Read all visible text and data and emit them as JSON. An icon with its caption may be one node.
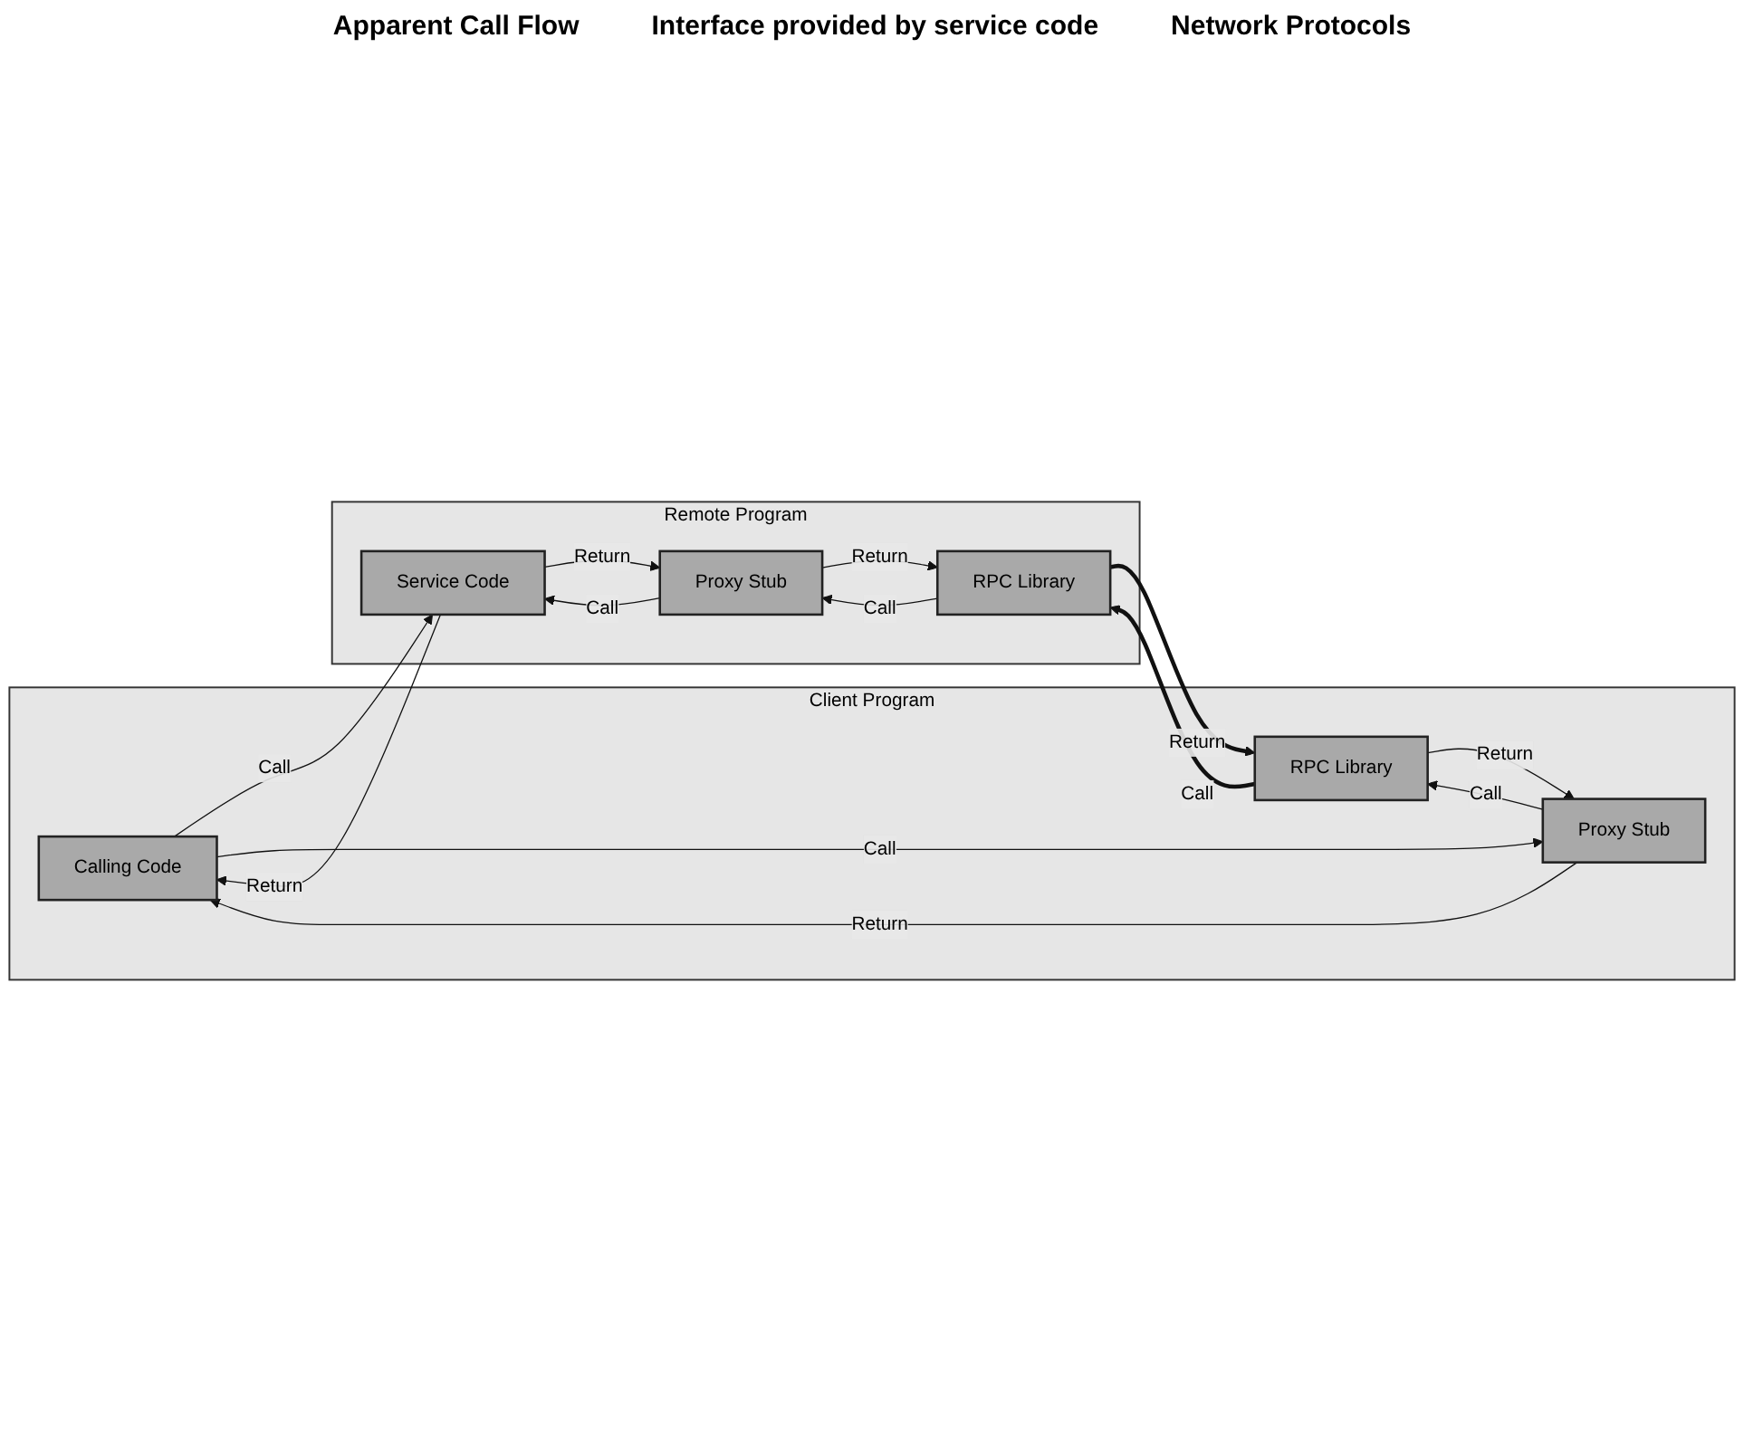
{
  "diagram": {
    "nodes": [
      {
        "text": [
          "Client Program"
        ]
      },
      {
        "text": [
          "Calling Code"
        ],
        "in": 0
      },
      {
        "text": [
          "Proxy Stub"
        ],
        "in": 0
      },
      {
        "text": [
          "RPC Library"
        ],
        "in": 0
      },
      {
        "text": [
          "Remote Program"
        ]
      },
      {
        "text": [
          "Service Code"
        ],
        "in": 4
      },
      {
        "text": [
          "Proxy Stub"
        ],
        "in": 4
      },
      {
        "text": [
          "RPC Library"
        ],
        "in": 4
      }
    ],
    "edges": [
      {
        "from": 1,
        "to": 5,
        "arrow": "to",
        "label": "Call"
      },
      {
        "from": 5,
        "to": 1,
        "arrow": "to",
        "label": "Return"
      },
      {
        "from": 1,
        "to": 2,
        "arrow": "to",
        "label": "Call"
      },
      {
        "from": 2,
        "to": 1,
        "arrow": "to",
        "label": "Return"
      },
      {
        "from": 5,
        "to": 6,
        "arrow": "to",
        "label": "Return"
      },
      {
        "from": 6,
        "to": 5,
        "arrow": "to",
        "label": "Call"
      },
      {
        "from": 2,
        "to": 3,
        "arrow": "to",
        "label": "Call"
      },
      {
        "from": 3,
        "to": 2,
        "arrow": "to",
        "label": "Return"
      },
      {
        "from": 6,
        "to": 7,
        "arrow": "to",
        "label": "Return"
      },
      {
        "from": 7,
        "to": 6,
        "arrow": "to",
        "label": "Call"
      },
      {
        "from": 7,
        "to": 3,
        "arrow": "to",
        "label": "Return",
        "style": "thick"
      },
      {
        "from": 3,
        "to": 7,
        "arrow": "to",
        "label": "Call",
        "style": "thick"
      }
    ],
    "labels": [
      "Apparent Call Flow",
      "Interface provided by service code",
      "Network Protocols"
    ]
  }
}
